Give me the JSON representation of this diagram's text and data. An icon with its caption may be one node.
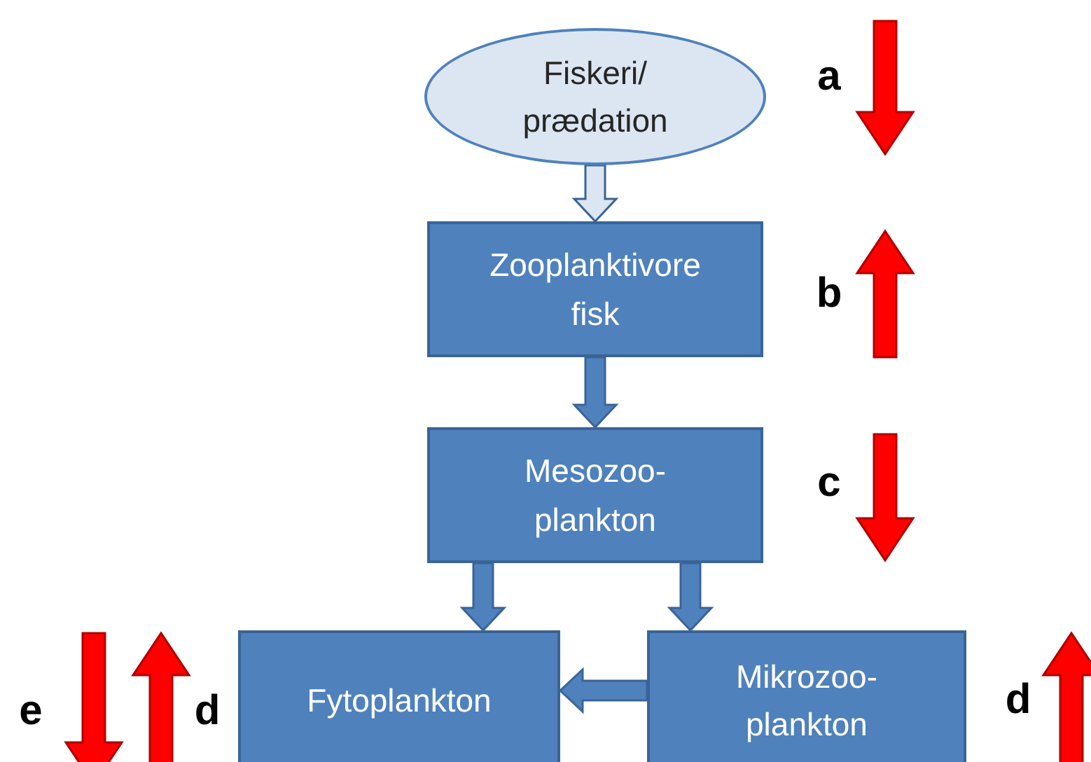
{
  "diagram": {
    "nodes": [
      {
        "text": [
          "Fiskeri/ prædation"
        ]
      },
      {
        "text": [
          "Zooplanktivore fisk"
        ]
      },
      {
        "text": [
          "Mesozoo- plankton"
        ]
      },
      {
        "text": [
          "Fytoplankton"
        ]
      },
      {
        "text": [
          "Mikrozoo- plankton"
        ]
      }
    ],
    "edges": [
      {
        "from": 0,
        "to": 1,
        "arrow": "to",
        "color": "#dce6f2"
      },
      {
        "from": 1,
        "to": 2,
        "arrow": "to"
      },
      {
        "from": 2,
        "to": 3,
        "arrow": "to"
      },
      {
        "from": 2,
        "to": 4,
        "arrow": "to"
      },
      {
        "from": 4,
        "to": 3,
        "arrow": "to"
      }
    ],
    "labels": [
      "a",
      "b",
      "c",
      "e",
      "d",
      "d"
    ]
  }
}
